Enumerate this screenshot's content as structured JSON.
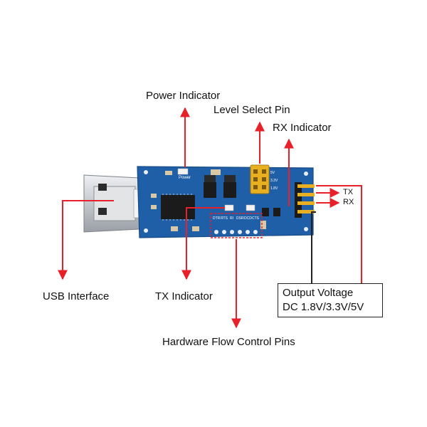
{
  "labels": {
    "power_indicator": "Power Indicator",
    "level_select_pin": "Level Select Pin",
    "rx_indicator": "RX Indicator",
    "usb_interface": "USB Interface",
    "tx_indicator": "TX Indicator",
    "hardware_flow_control_pins": "Hardware Flow Control Pins",
    "tx": "TX",
    "rx": "RX",
    "output_voltage_title": "Output Voltage",
    "output_voltage_values": "DC 1.8V/3.3V/5V"
  },
  "board_silkscreen": {
    "power": "Power",
    "level": [
      "5V",
      "3.3V",
      "1.8V"
    ],
    "flow_pins": [
      "DTR",
      "RTS",
      "RI",
      "DSR",
      "DCD",
      "CTS"
    ]
  },
  "colors": {
    "pcb": "#1f5fa8",
    "arrow": "#e8202a",
    "header_pin": "#e8b020",
    "usb_metal": "#c9ccd0"
  }
}
